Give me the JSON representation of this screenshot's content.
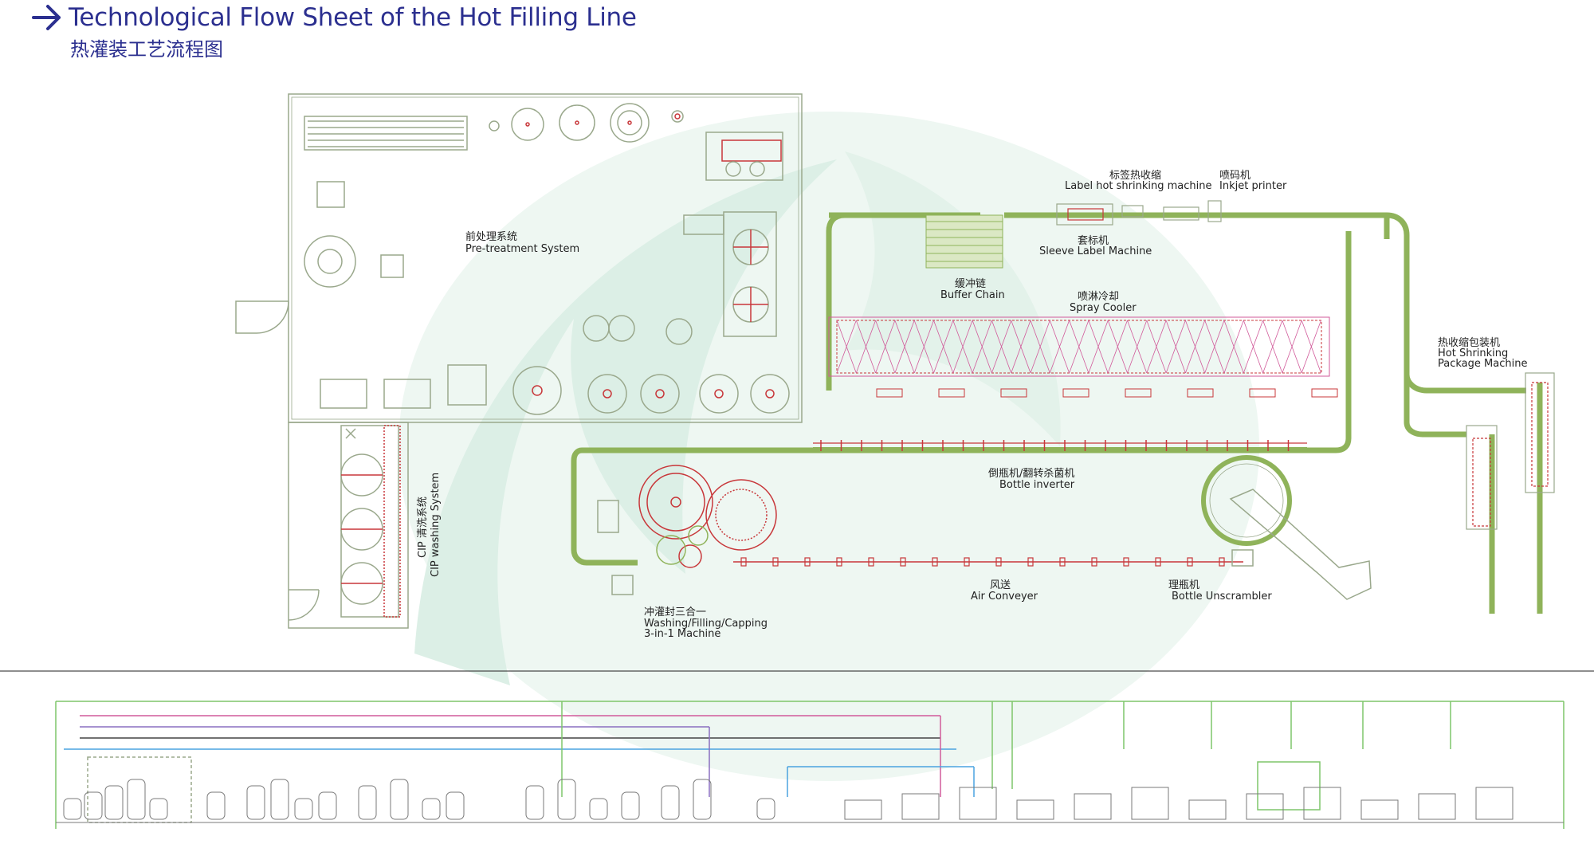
{
  "title": {
    "en": "Technological Flow Sheet of the Hot Filling Line",
    "cn": "热灌装工艺流程图"
  },
  "colors": {
    "title": "#2b2f8f",
    "line": "#8a9a7a",
    "conveyor": "#6f9a3c",
    "conveyor_fill": "#dbe8c4",
    "accent_red": "#c8373a",
    "accent_pink": "#d15a9a",
    "pipe_blue": "#4aa3e0",
    "pipe_purple": "#8a6fc0",
    "watermark": "#d9ece4"
  },
  "labels": {
    "pretreatment": {
      "cn": "前处理系统",
      "en": "Pre-treatment System"
    },
    "cip": {
      "cn": "CIP 清洗系统",
      "en": "CIP washing System"
    },
    "label_shrink": {
      "cn": "标签热收缩",
      "en": "Label hot shrinking machine"
    },
    "inkjet": {
      "cn": "喷码机",
      "en": "Inkjet printer"
    },
    "sleeve": {
      "cn": "套标机",
      "en": "Sleeve Label Machine"
    },
    "buffer": {
      "cn": "缓冲链",
      "en": "Buffer Chain"
    },
    "spray": {
      "cn": "喷淋冷却",
      "en": "Spray Cooler"
    },
    "hot_pack": {
      "cn": "热收缩包装机",
      "en1": "Hot Shrinking",
      "en2": "Package Machine"
    },
    "inverter": {
      "cn": "倒瓶机/翻转杀菌机",
      "en": "Bottle inverter"
    },
    "air": {
      "cn": "风送",
      "en": "Air Conveyer"
    },
    "unscrambler": {
      "cn": "理瓶机",
      "en": "Bottle Unscrambler"
    },
    "filler": {
      "cn": "冲灌封三合一",
      "en1": "Washing/Filling/Capping",
      "en2": "3-in-1 Machine"
    }
  }
}
